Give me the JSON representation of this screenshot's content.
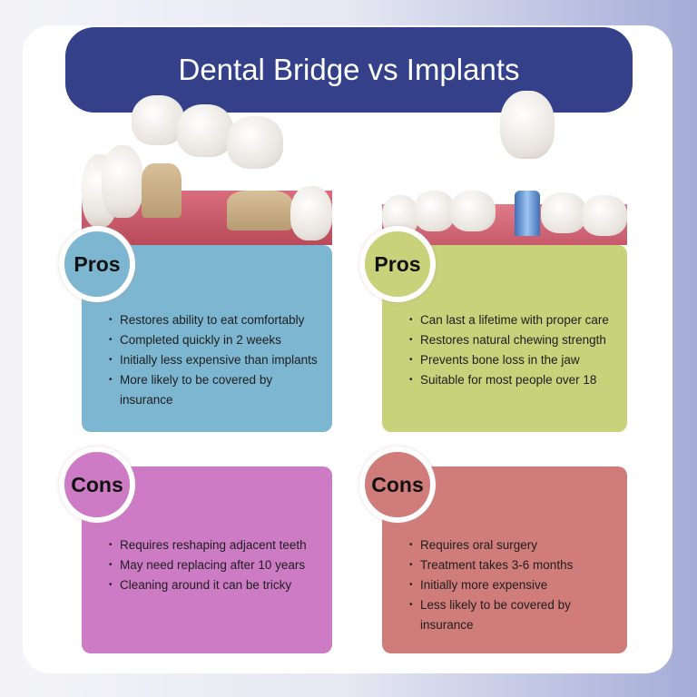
{
  "title": "Dental Bridge vs Implants",
  "colors": {
    "title_bg": "#34418a",
    "bridge_pros": "#7db6d0",
    "implant_pros": "#c7d27a",
    "bridge_cons": "#cc7bc4",
    "implant_cons": "#d07c7a"
  },
  "bridge": {
    "image": "dental-bridge-illustration",
    "pros": {
      "label": "Pros",
      "items": [
        "Restores ability to eat comfortably",
        "Completed quickly in 2 weeks",
        "Initially less expensive than implants",
        "More likely to be covered by insurance"
      ]
    },
    "cons": {
      "label": "Cons",
      "items": [
        "Requires reshaping adjacent teeth",
        "May need replacing after 10 years",
        "Cleaning around it can be tricky"
      ]
    }
  },
  "implant": {
    "image": "dental-implant-illustration",
    "pros": {
      "label": "Pros",
      "items": [
        "Can last a lifetime with proper care",
        "Restores natural chewing strength",
        "Prevents bone loss in the jaw",
        "Suitable for most people over 18"
      ]
    },
    "cons": {
      "label": "Cons",
      "items": [
        "Requires oral surgery",
        "Treatment takes 3-6 months",
        "Initially more expensive",
        "Less likely to be covered by insurance"
      ]
    }
  }
}
